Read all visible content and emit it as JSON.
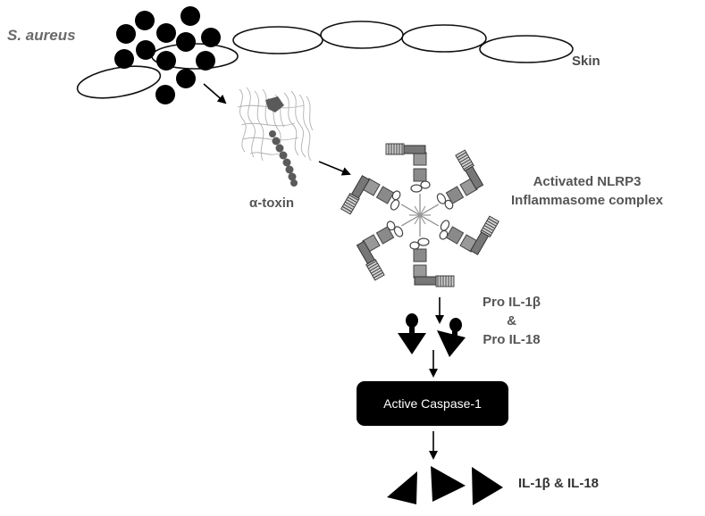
{
  "labels": {
    "organism": "S. aureus",
    "skin": "Skin",
    "toxin": "α-toxin",
    "nlrp3_line1": "Activated NLRP3",
    "nlrp3_line2": "Inflammasome complex",
    "pro_line1": "Pro IL-1β",
    "pro_line2": "&",
    "pro_line3": "Pro IL-18",
    "caspase": "Active Caspase-1",
    "mature": "IL-1β & IL-18"
  },
  "colors": {
    "background": "#ffffff",
    "bacteria": "#000000",
    "caspase_box": "#000000",
    "label_text": "#555555"
  },
  "icons": {
    "toxin_structure": "alpha-toxin-protein-structure",
    "inflammasome": "nlrp3-inflammasome-ring",
    "pro_cytokine": "pro-cytokine-triangle-with-cap",
    "mature_cytokine": "mature-cytokine-triangle"
  }
}
